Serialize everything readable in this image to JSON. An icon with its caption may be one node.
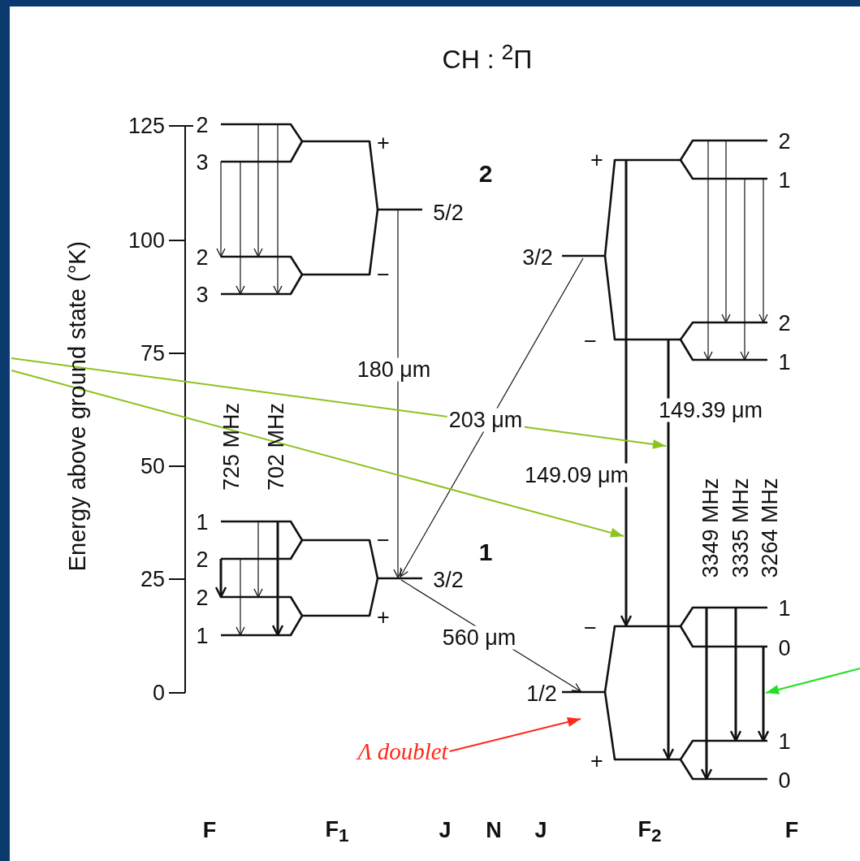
{
  "diagram": {
    "title": "CH : $^{2}$Π",
    "nodes": [
      {
        "text": [],
        "shape": "arrow"
      },
      {
        "text": [],
        "shape": "arrow"
      },
      {
        "text": [],
        "shape": "arrow"
      },
      {
        "text": [
          "Λ doublet"
        ]
      }
    ],
    "edges": [
      {
        "from": null,
        "to": 1,
        "arrow": "to",
        "color": "#8cc31f"
      },
      {
        "from": null,
        "to": 0,
        "arrow": "to",
        "color": "#8cc31f"
      },
      {
        "from": null,
        "to": 2,
        "arrow": "to",
        "color": "#22e022"
      },
      {
        "from": 3,
        "to": null,
        "arrow": "to",
        "color": "#ff2a1a"
      }
    ],
    "labels": [
      "125",
      "100",
      "75",
      "50",
      "25",
      "0",
      "Energy above ground state (°K)",
      "2",
      "3",
      "+",
      "5/2",
      "2",
      "+",
      "2",
      "1",
      "2",
      "−",
      "3/2",
      "3",
      "2",
      "−",
      "1",
      "180 μm",
      "203 μm",
      "149.39 μm",
      "725 MHz",
      "702 MHz",
      "149.09 μm",
      "3349 MHz",
      "3335 MHz",
      "3264 MHz",
      "1",
      "−",
      "1",
      "2",
      "3/2",
      "2",
      "1",
      "+",
      "−",
      "1",
      "560 μm",
      "0",
      "1/2",
      "1",
      "+",
      "0",
      "F",
      "F$_{1}$",
      "J",
      "N",
      "J",
      "F$_{2}$",
      "F"
    ]
  }
}
